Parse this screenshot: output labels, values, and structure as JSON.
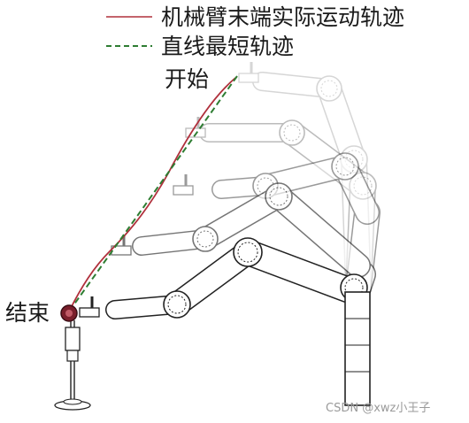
{
  "legend": {
    "actual_label": "机械臂末端实际运动轨迹",
    "straight_label": "直线最短轨迹"
  },
  "labels": {
    "start": "开始",
    "end": "结束"
  },
  "watermark": "CSDN @xwz小王子",
  "colors": {
    "actual_path": "#b0303c",
    "straight_path": "#2e7d32",
    "arm_outline": "#222222",
    "end_effector": "#7a1f2b",
    "ghost_opacity_levels": [
      0.18,
      0.3,
      0.45,
      0.62,
      1.0
    ]
  }
}
